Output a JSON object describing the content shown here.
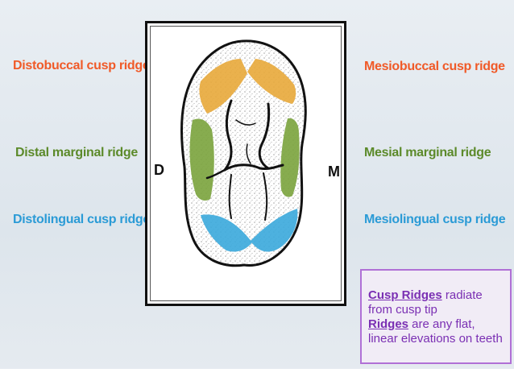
{
  "labels": {
    "distobuccal": "Distobuccal cusp ridge",
    "distal_marginal": "Distal marginal ridge",
    "distolingual": "Distolingual cusp ridge",
    "mesiobuccal": "Mesiobuccal cusp ridge",
    "mesial_marginal": "Mesial marginal ridge",
    "mesiolingual": "Mesiolingual cusp ridge"
  },
  "sides": {
    "distal": "D",
    "mesial": "M"
  },
  "note": {
    "term1": "Cusp Ridges",
    "text1": " radiate from cusp tip",
    "term2": "Ridges",
    "text2": " are any flat, linear elevations on teeth"
  },
  "colors": {
    "cusp_ridge_label": "#f05a28",
    "marginal_ridge_label": "#5c8a2a",
    "lingual_ridge_label": "#2b9bd6",
    "buccal_highlight": "#e8a93a",
    "marginal_highlight": "#7aa33c",
    "lingual_highlight": "#3aa9dc",
    "note_text": "#7a2fb3",
    "note_border": "#b070d6"
  }
}
